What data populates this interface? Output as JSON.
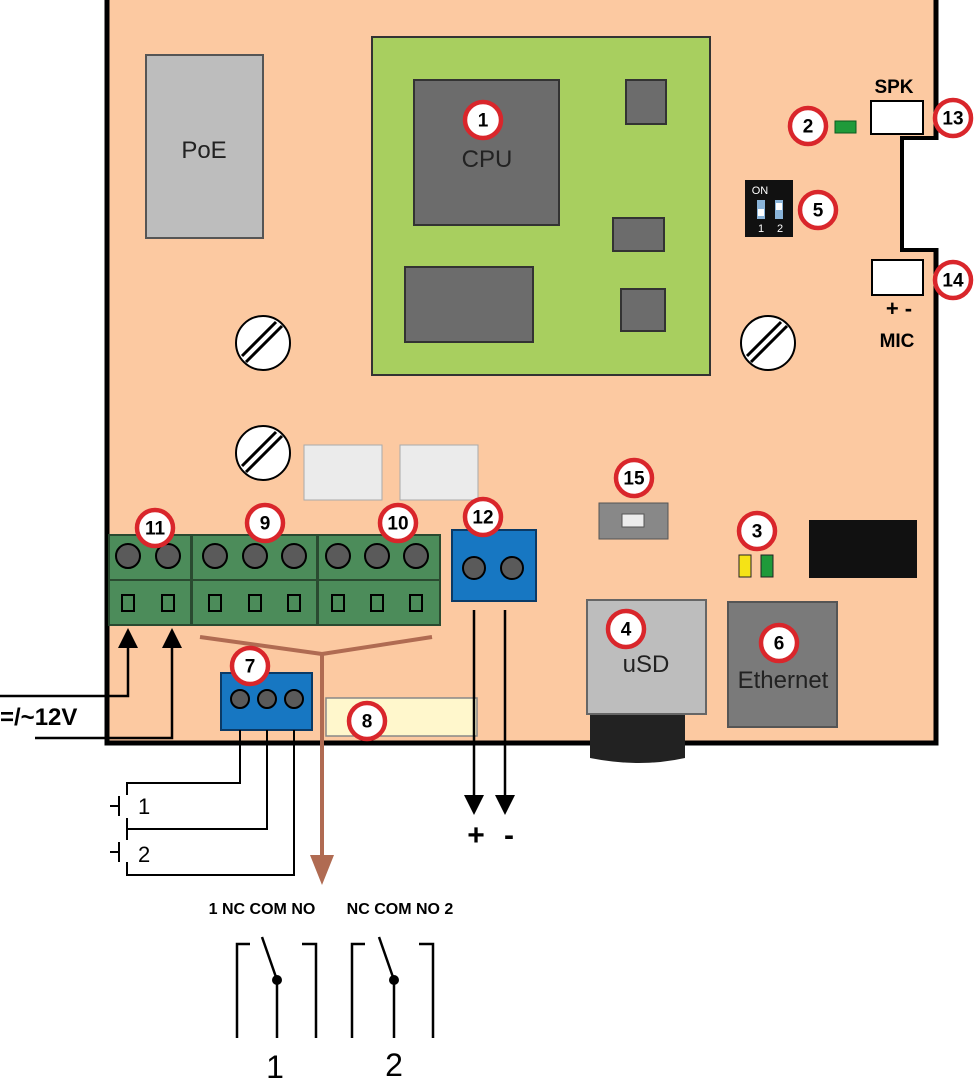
{
  "callouts": [
    "1",
    "2",
    "3",
    "4",
    "5",
    "6",
    "7",
    "8",
    "9",
    "10",
    "11",
    "12",
    "13",
    "14",
    "15"
  ],
  "labels": {
    "poe": "PoE",
    "cpu": "CPU",
    "usd": "uSD",
    "ethernet": "Ethernet",
    "spk": "SPK",
    "mic": "MIC",
    "mic_polarity": "+ -",
    "dip_on": "ON",
    "dip_1": "1",
    "dip_2": "2",
    "power": "=/~12V",
    "input_1": "1",
    "input_2": "2",
    "speaker_plus": "+",
    "speaker_minus": "-",
    "relay_1_terminals": "1 NC COM NO",
    "relay_2_terminals": "NC COM NO 2",
    "relay_1_number": "1",
    "relay_2_number": "2"
  },
  "colors": {
    "board": "#fcc9a1",
    "cpu_module": "#a8cf5f",
    "chip": "#6c6c6c",
    "terminal_green": "#4c8c5a",
    "terminal_blue": "#1777c2",
    "callout_ring": "#d9262b",
    "brown_line": "#b06b52"
  }
}
